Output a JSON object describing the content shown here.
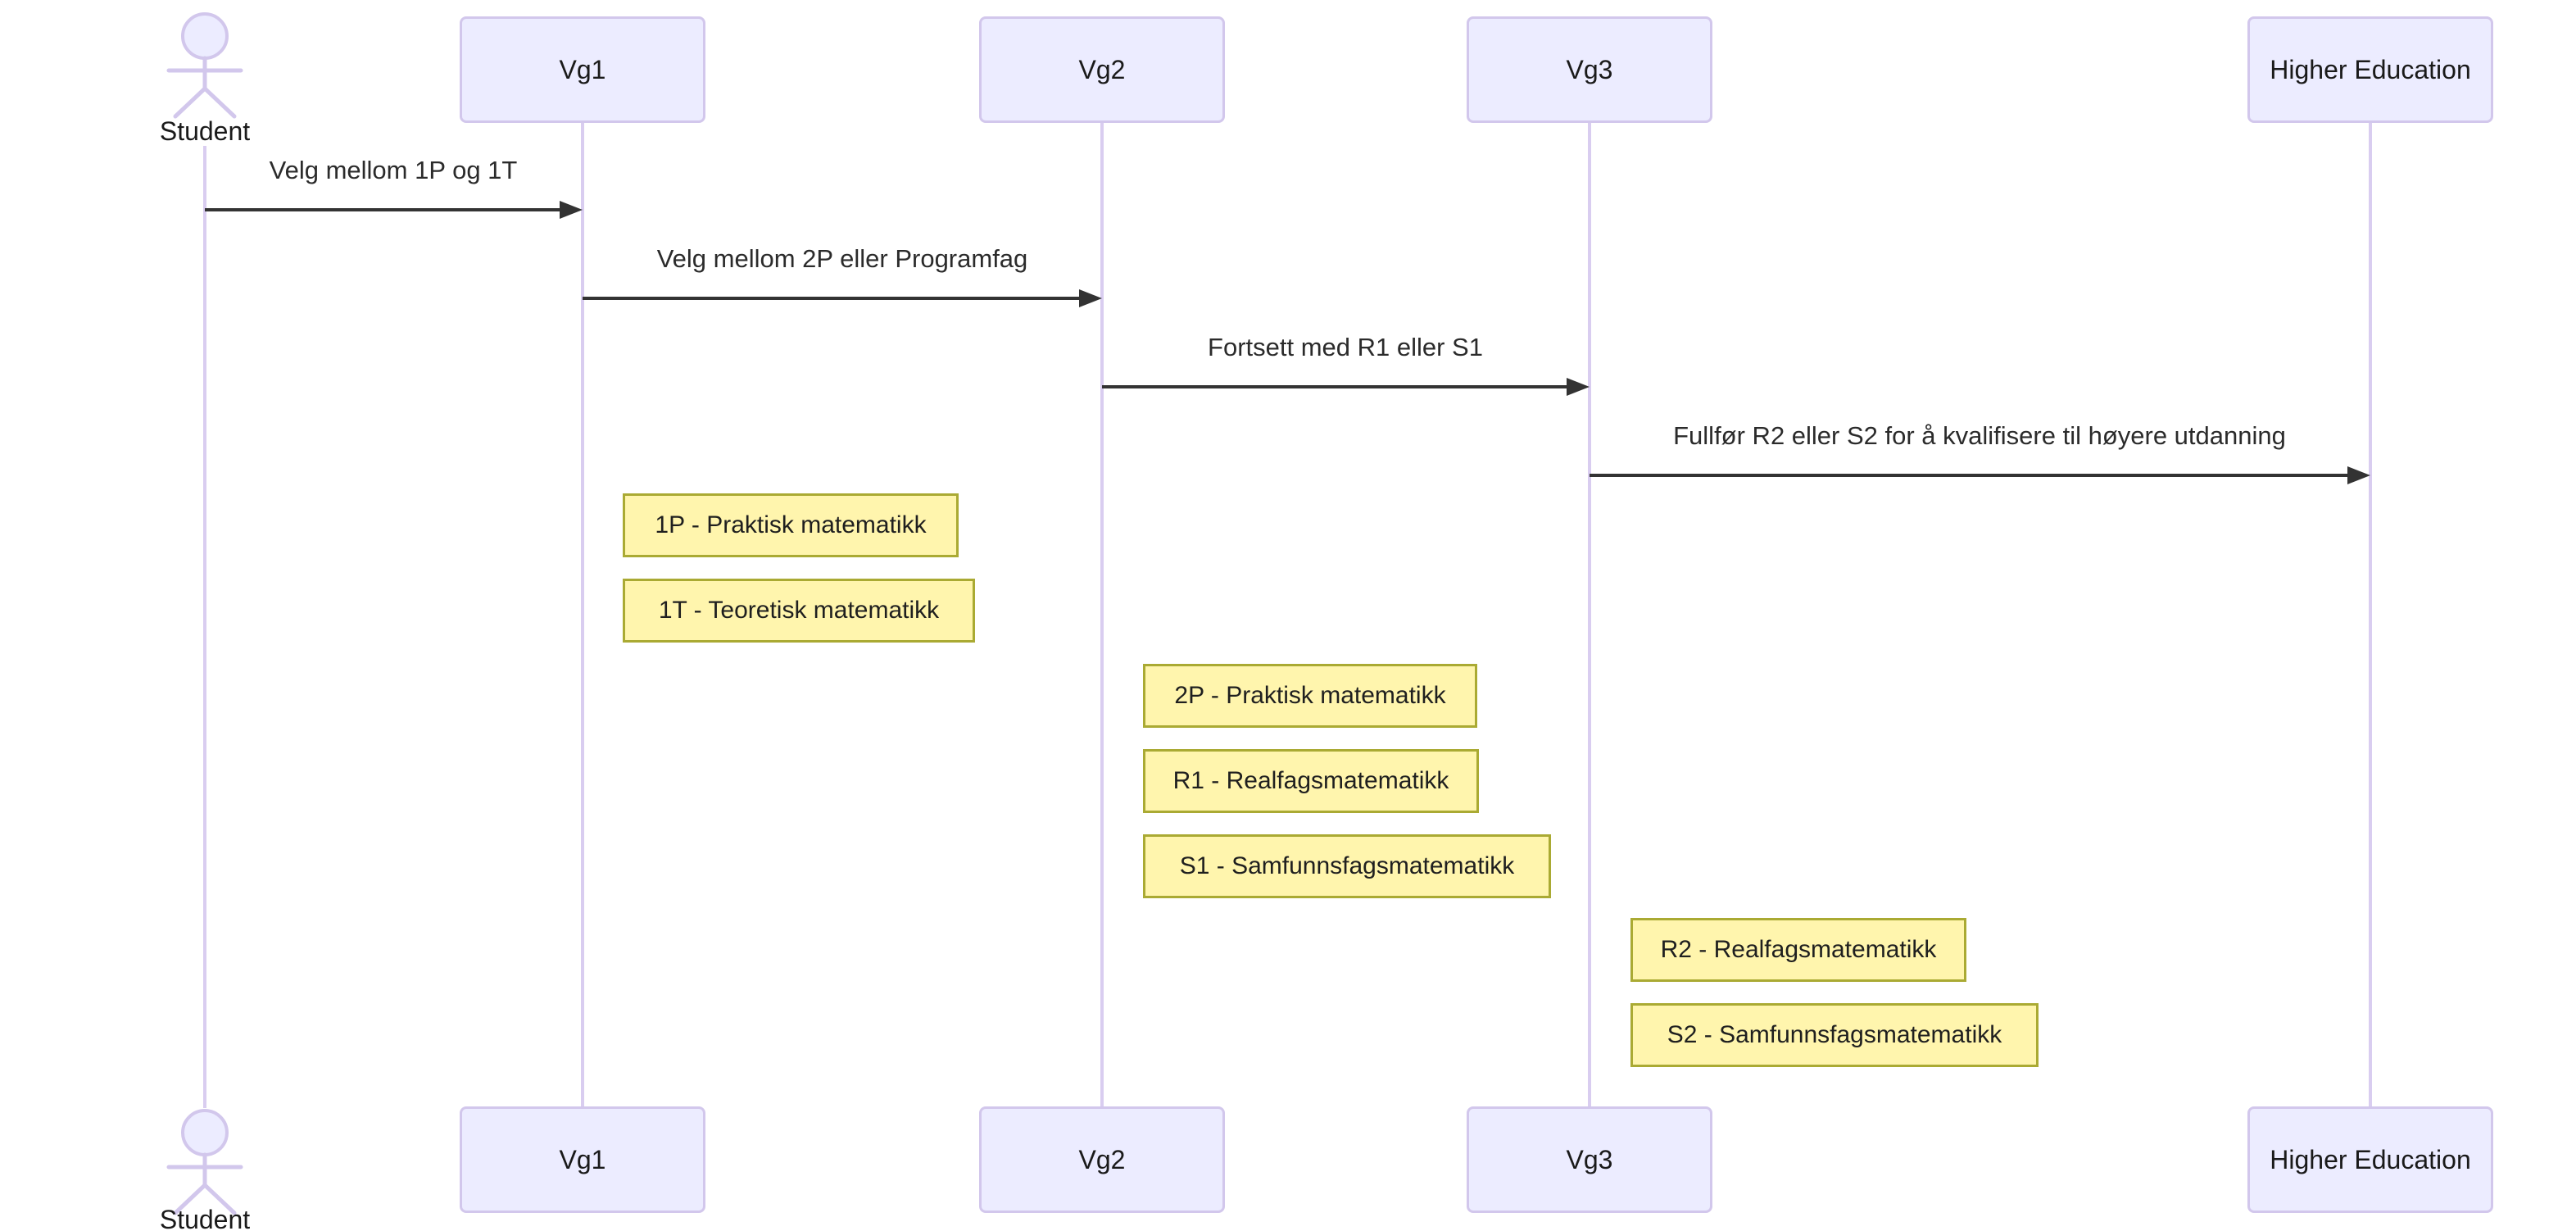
{
  "diagram": {
    "type": "sequence-diagram",
    "actors": [
      {
        "id": "student",
        "label": "Student",
        "kind": "actor"
      },
      {
        "id": "vg1",
        "label": "Vg1",
        "kind": "participant"
      },
      {
        "id": "vg2",
        "label": "Vg2",
        "kind": "participant"
      },
      {
        "id": "vg3",
        "label": "Vg3",
        "kind": "participant"
      },
      {
        "id": "higher-education",
        "label": "Higher Education",
        "kind": "participant"
      }
    ],
    "messages": [
      {
        "from": "Student",
        "to": "Vg1",
        "text": "Velg mellom 1P og 1T"
      },
      {
        "from": "Vg1",
        "to": "Vg2",
        "text": "Velg mellom 2P eller Programfag"
      },
      {
        "from": "Vg2",
        "to": "Vg3",
        "text": "Fortsett med R1 eller S1"
      },
      {
        "from": "Vg3",
        "to": "Higher Education",
        "text": "Fullfør R2 eller S2 for å kvalifisere til høyere utdanning"
      }
    ],
    "notes": [
      {
        "anchor": "Vg1",
        "text": "1P - Praktisk matematikk"
      },
      {
        "anchor": "Vg1",
        "text": "1T - Teoretisk matematikk"
      },
      {
        "anchor": "Vg2",
        "text": "2P - Praktisk matematikk"
      },
      {
        "anchor": "Vg2",
        "text": "R1 - Realfagsmatematikk"
      },
      {
        "anchor": "Vg2",
        "text": "S1 - Samfunnsfagsmatematikk"
      },
      {
        "anchor": "Vg3",
        "text": "R2 - Realfagsmatematikk"
      },
      {
        "anchor": "Vg3",
        "text": "S2 - Samfunnsfagsmatematikk"
      }
    ],
    "colors": {
      "participant_fill": "#ECECFF",
      "participant_border": "#D2C7EC",
      "lifeline": "#D9CDF0",
      "note_fill": "#FFF5AD",
      "note_border": "#AAAA33",
      "signal": "#333333",
      "text": "#1A1A1A",
      "background": "#FFFFFF"
    }
  }
}
